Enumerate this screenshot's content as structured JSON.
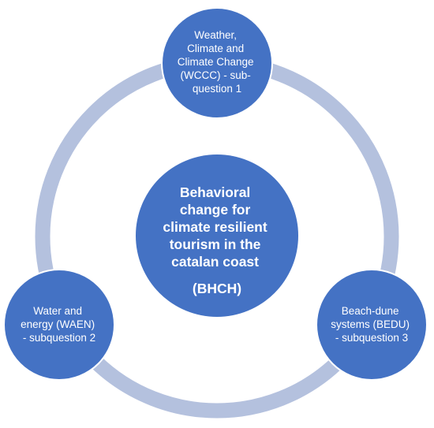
{
  "colors": {
    "ring": "#b4c1de",
    "node_fill": "#4472c4",
    "node_stroke": "#ffffff",
    "text": "#ffffff",
    "background": "#ffffff"
  },
  "center": {
    "lines": [
      "Behavioral",
      "change for",
      "climate resilient",
      "tourism in the",
      "catalan coast"
    ],
    "abbr": "(BHCH)"
  },
  "top_node": {
    "lines": [
      "Weather,",
      "Climate and",
      "Climate Change",
      "(WCCC) - sub-",
      "question 1"
    ]
  },
  "left_node": {
    "lines": [
      "Water and",
      "energy (WAEN)",
      "- subquestion 2"
    ]
  },
  "right_node": {
    "lines": [
      "Beach-dune",
      "systems (BEDU)",
      "- subquestion 3"
    ]
  }
}
